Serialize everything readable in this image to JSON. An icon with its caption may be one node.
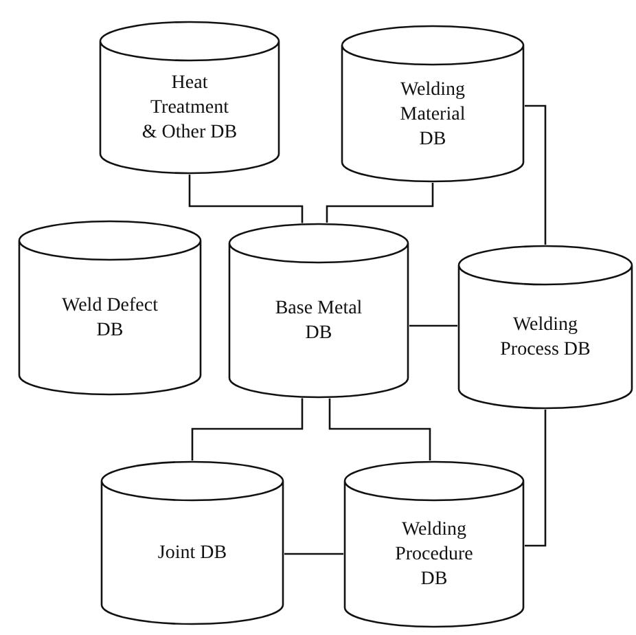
{
  "diagram": {
    "nodes": [
      {
        "text": [
          "Heat Treatment & Other DB"
        ]
      },
      {
        "text": [
          "Welding Material DB"
        ]
      },
      {
        "text": [
          "Weld Defect DB"
        ]
      },
      {
        "text": [
          "Base Metal DB"
        ]
      },
      {
        "text": [
          "Welding Process DB"
        ]
      },
      {
        "text": [
          "Joint DB"
        ]
      },
      {
        "text": [
          "Welding Procedure DB"
        ]
      }
    ],
    "edges": [
      {
        "from": 0,
        "to": 3,
        "arrow": "none"
      },
      {
        "from": 1,
        "to": 3,
        "arrow": "none"
      },
      {
        "from": 1,
        "to": 4,
        "arrow": "none"
      },
      {
        "from": 3,
        "to": 4,
        "arrow": "none"
      },
      {
        "from": 3,
        "to": 5,
        "arrow": "none"
      },
      {
        "from": 3,
        "to": 6,
        "arrow": "none"
      },
      {
        "from": 5,
        "to": 6,
        "arrow": "none"
      },
      {
        "from": 4,
        "to": 6,
        "arrow": "none"
      }
    ]
  }
}
